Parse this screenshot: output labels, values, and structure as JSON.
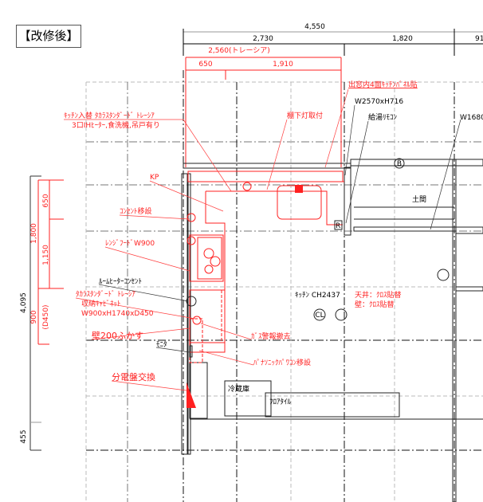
{
  "title": "【改修後】",
  "dimensions": {
    "top_total": "4,550",
    "top_a": "2,730",
    "top_b": "1,820",
    "top_c": "91",
    "red_total": "2,560(トレーシア)",
    "red_a": "650",
    "red_b": "1,910",
    "left_total": "4,095",
    "left_bottom": "455",
    "left_red_total": "1,800",
    "left_red_a": "650",
    "left_red_b": "1,150",
    "left_red_c": "900",
    "left_red_c_sub": "(D450)"
  },
  "notes": {
    "kitchen_replace_1": "ｷｯﾁﾝ入替 ﾀｶﾗｽﾀﾝﾀﾞｰﾄﾞ ﾄﾚｰｼｱ",
    "kitchen_replace_2": "3口IHﾋｰﾀｰ,食洗機,吊戸有り",
    "under_shelf_light": "棚下灯取付",
    "bay_window_panel": "出窓内4面ｷｯﾁﾝﾊﾟﾈﾙ貼",
    "window_size": "W2570xH716",
    "hot_water_remote": "給湯ﾘﾓｺﾝ",
    "window_size_right": "W1680",
    "kp": "KP",
    "outlet_move": "ｺﾝｾﾝﾄ移設",
    "range_hood": "ﾚﾝｼﾞﾌｰﾄﾞW900",
    "room_heater_outlet": "ﾙｰﾑﾋｰﾀｰｺﾝｾﾝﾄ",
    "cabinet_1": "ﾀｶﾗｽﾀﾝﾀﾞｰﾄﾞ ﾄﾚｰｼｱ",
    "cabinet_2": "収納ｷｬﾋﾞﾈｯﾄ",
    "cabinet_3": "W900xH1740xD450",
    "wall_extend": "壁200ふかす",
    "gas_alarm_remove": "ｶﾞｽ警報撤去",
    "monitor": "ﾓﾆﾀ",
    "power_conditioner_move": "ﾊﾟﾅｿﾆｯｸﾊﾟﾜｺﾝ移設",
    "panel_replace": "分電盤交換",
    "fridge": "冷蔵庫",
    "floor_tile": "ﾌﾛｱﾀｲﾙ",
    "kitchen_ch": "ｷｯﾁﾝ  CH2437",
    "ceiling": "天井：ｸﾛｽ貼替",
    "wall": "壁：ｸﾛｽ貼替",
    "doma": "土間",
    "symbol_b": "B",
    "symbol_cl": "CL",
    "symbol_r": "R"
  }
}
